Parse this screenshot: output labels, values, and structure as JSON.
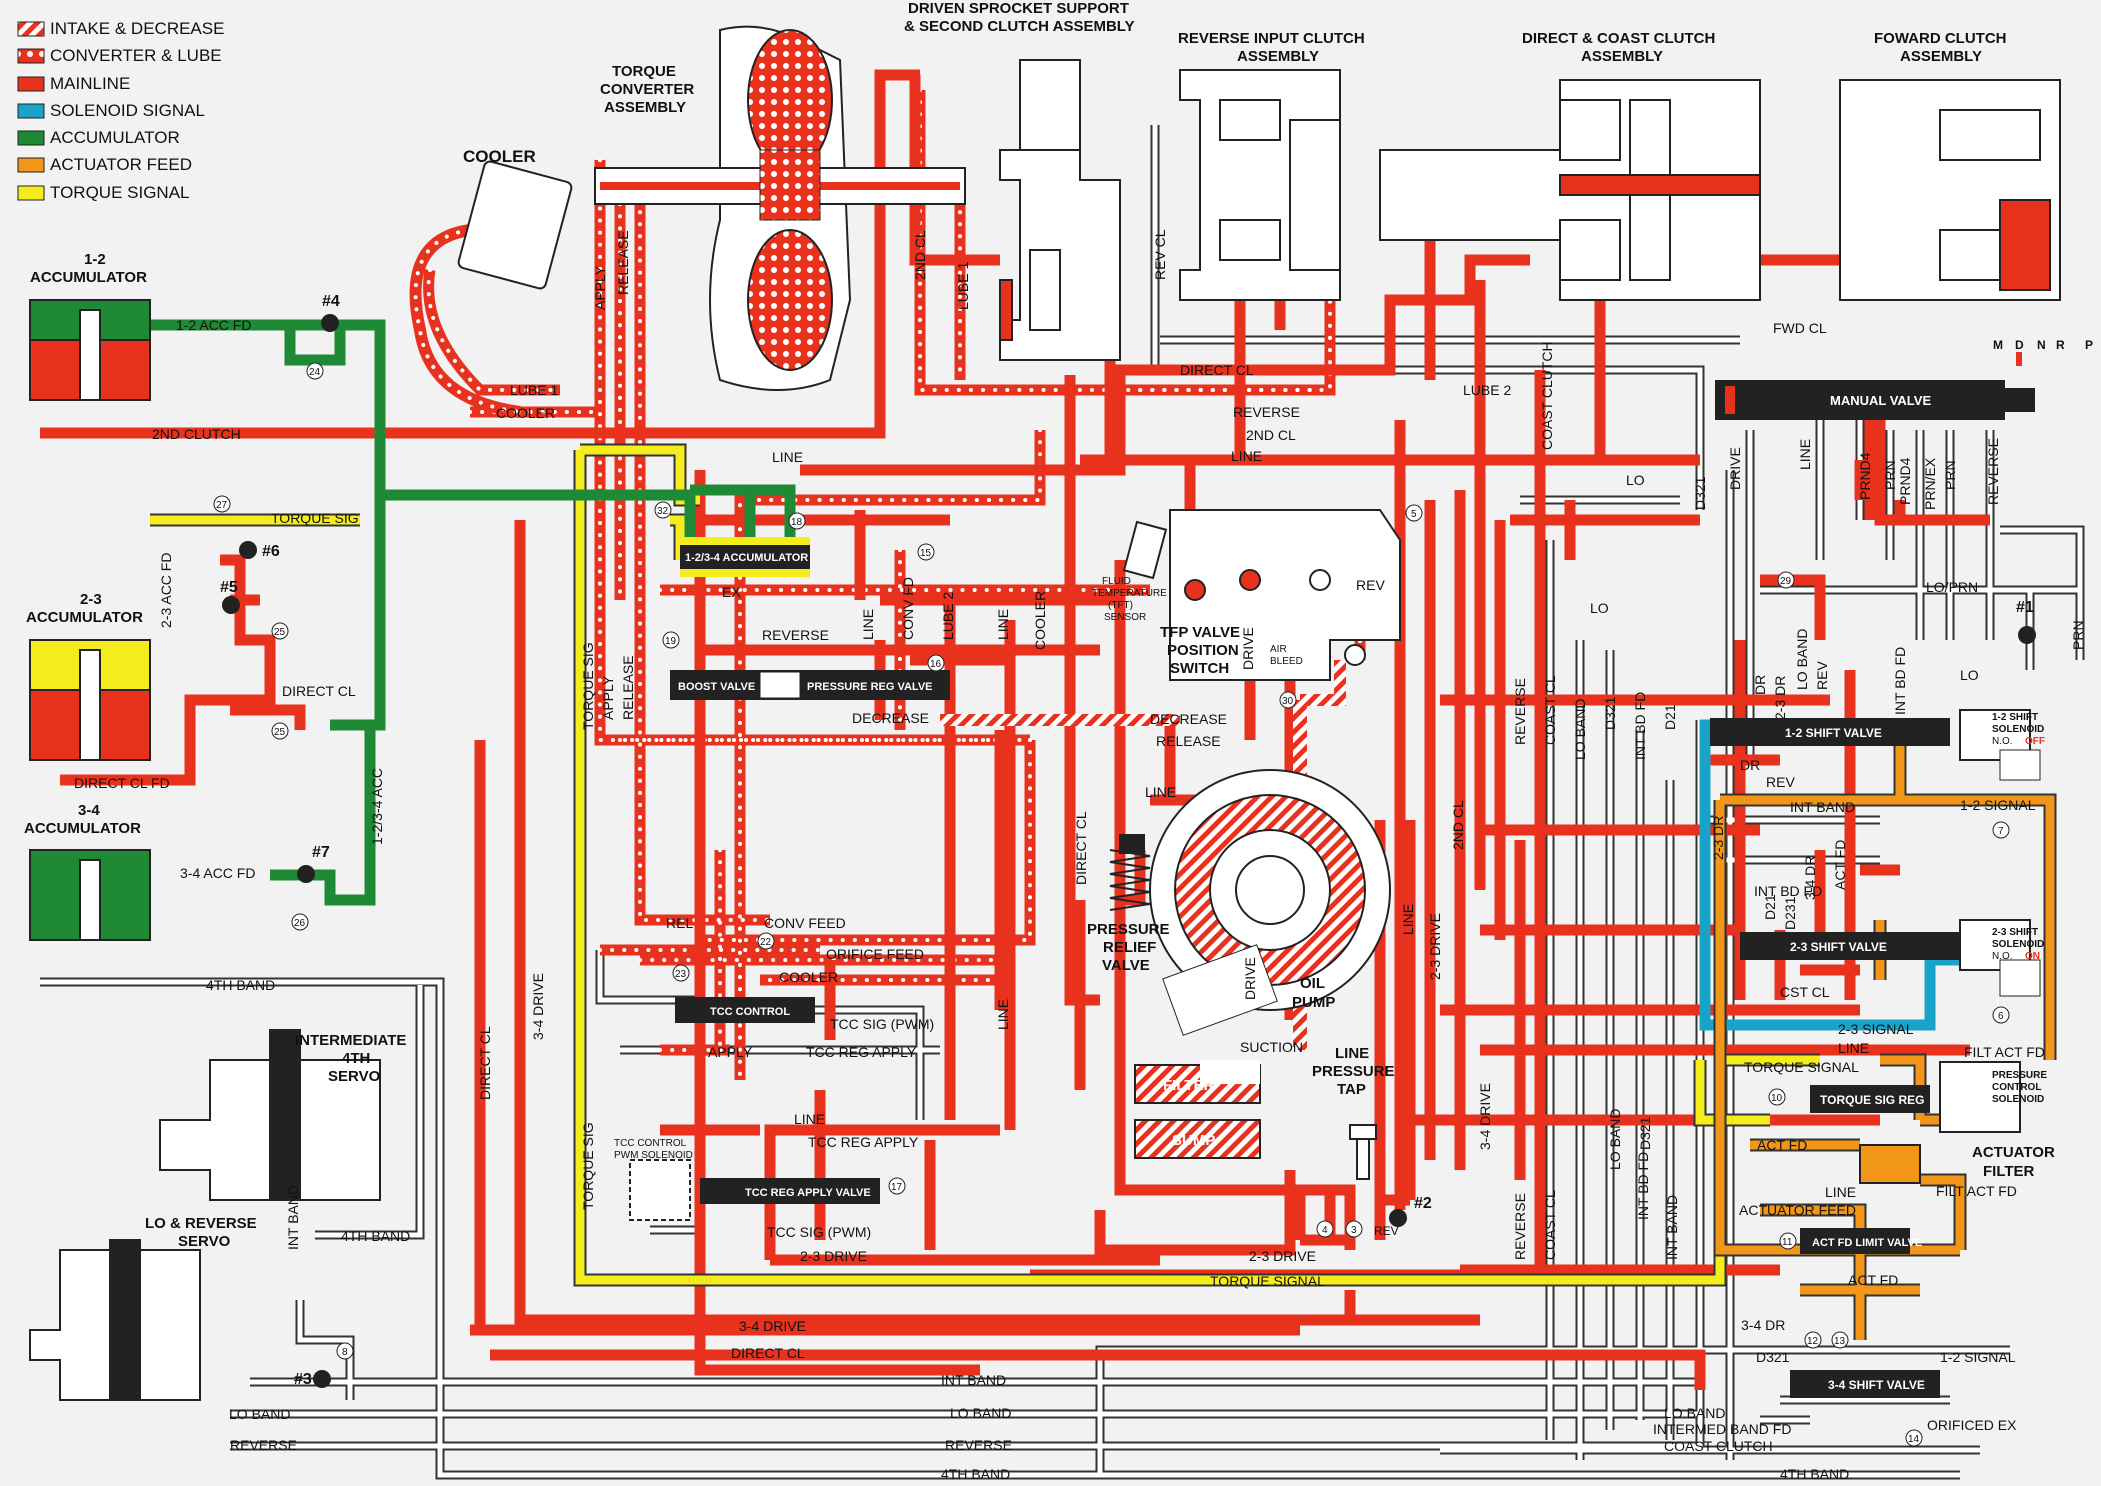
{
  "colors": {
    "intake_decrease": "#e8321e",
    "converter_lube": "#e8321e",
    "mainline": "#e8321e",
    "solenoid_signal": "#1aa3c8",
    "accumulator": "#1f8a36",
    "actuator_feed": "#f2961a",
    "torque_signal": "#f5ec1e",
    "exhaust": "#ffffff"
  },
  "legend": [
    {
      "label": "INTAKE & DECREASE",
      "pattern": "hatch",
      "color": "#e8321e"
    },
    {
      "label": "CONVERTER & LUBE",
      "pattern": "dots",
      "color": "#e8321e"
    },
    {
      "label": "MAINLINE",
      "pattern": "solid",
      "color": "#e8321e"
    },
    {
      "label": "SOLENOID SIGNAL",
      "pattern": "solid",
      "color": "#1aa3c8"
    },
    {
      "label": "ACCUMULATOR",
      "pattern": "solid",
      "color": "#1f8a36"
    },
    {
      "label": "ACTUATOR FEED",
      "pattern": "solid",
      "color": "#f2961a"
    },
    {
      "label": "TORQUE SIGNAL",
      "pattern": "solid",
      "color": "#f5ec1e"
    }
  ],
  "titles": {
    "torque_converter": [
      "TORQUE",
      "CONVERTER",
      "ASSEMBLY"
    ],
    "driven_sprocket": [
      "DRIVEN SPROCKET SUPPORT",
      "& SECOND CLUTCH ASSEMBLY"
    ],
    "reverse_input": [
      "REVERSE INPUT CLUTCH",
      "ASSEMBLY"
    ],
    "direct_coast": [
      "DIRECT & COAST CLUTCH",
      "ASSEMBLY"
    ],
    "forward_clutch": [
      "FOWARD CLUTCH",
      "ASSEMBLY"
    ],
    "cooler": "COOLER",
    "acc_12": [
      "1-2",
      "ACCUMULATOR"
    ],
    "acc_23": [
      "2-3",
      "ACCUMULATOR"
    ],
    "acc_34": [
      "3-4",
      "ACCUMULATOR"
    ],
    "int_servo": [
      "INTERMEDIATE",
      "4TH",
      "SERVO"
    ],
    "lo_rev_servo": [
      "LO & REVERSE",
      "SERVO"
    ],
    "tfp": [
      "TFP VALVE",
      "POSITION",
      "SWITCH"
    ],
    "tft": [
      "FLUID",
      "TEMPERATURE",
      "(TFT)",
      "SENSOR"
    ],
    "relief": [
      "PRESSURE",
      "RELIEF",
      "VALVE"
    ],
    "pump": [
      "OIL",
      "PUMP"
    ],
    "line_tap": [
      "LINE",
      "PRESSURE",
      "TAP"
    ],
    "actuator_filter": [
      "ACTUATOR",
      "FILTER"
    ],
    "sol_12": [
      "1-2 SHIFT",
      "SOLENOID",
      "N.O."
    ],
    "sol_23": [
      "2-3 SHIFT",
      "SOLENOID",
      "N.O."
    ],
    "pcs": [
      "PRESSURE",
      "CONTROL",
      "SOLENOID"
    ],
    "tcc_pwm": [
      "TCC CONTROL",
      "PWM SOLENOID"
    ],
    "air_bleed": [
      "AIR",
      "BLEED"
    ],
    "off": "OFF",
    "on": "ON",
    "filter": "FILTER",
    "sump": "SUMP",
    "suction": "SUCTION"
  },
  "gear_selector": [
    "M",
    "D",
    "N",
    "R",
    "P"
  ],
  "valves": {
    "manual": "MANUAL VALVE",
    "accum_1234": "1-2/3-4 ACCUMULATOR",
    "boost": "BOOST VALVE",
    "pressure_reg": "PRESSURE REG VALVE",
    "tcc_control": "TCC CONTROL",
    "tcc_reg_apply": "TCC REG APPLY VALVE",
    "shift_12": "1-2 SHIFT VALVE",
    "shift_23": "2-3 SHIFT VALVE",
    "shift_34": "3-4 SHIFT VALVE",
    "torque_sig_reg": "TORQUE SIG REG",
    "act_fd_limit": "ACT FD LIMIT VALVE"
  },
  "checkballs": [
    "#1",
    "#2",
    "#3",
    "#4",
    "#5",
    "#6",
    "#7"
  ],
  "circle_numbers": [
    "3",
    "4",
    "5",
    "6",
    "7",
    "8",
    "10",
    "11",
    "12",
    "13",
    "14",
    "15",
    "16",
    "17",
    "18",
    "19",
    "22",
    "23",
    "24",
    "25",
    "26",
    "27",
    "29",
    "30",
    "32"
  ],
  "passages": {
    "acc12_fd": "1-2 ACC FD",
    "second_clutch": "2ND CLUTCH",
    "torque_sig": "TORQUE SIG",
    "acc23_fd": "2-3 ACC FD",
    "direct_cl": "DIRECT CL",
    "direct_cl_fd": "DIRECT CL FD",
    "acc1234": "1-2/3-4 ACC",
    "acc34_fd": "3-4 ACC FD",
    "fourth_band": "4TH BAND",
    "int_band": "INT BAND",
    "lo_band": "LO BAND",
    "reverse": "REVERSE",
    "lube1": "LUBE 1",
    "lube2": "LUBE 2",
    "cooler": "COOLER",
    "line": "LINE",
    "apply": "APPLY",
    "release": "RELEASE",
    "second_cl": "2ND CL",
    "rev_cl": "REV CL",
    "fwd_cl": "FWD CL",
    "coast_clutch": "COAST CLUTCH",
    "lo": "LO",
    "lo_prn": "LO/PRN",
    "prn": "PRN",
    "d321": "D321",
    "drive": "DRIVE",
    "prnd4": "PRND4",
    "prn_ex": "PRN/EX",
    "ex": "EX",
    "rev": "REV",
    "conv_fd": "CONV FD",
    "lube_2": "LUBE 2",
    "decrease": "DECREASE",
    "rel": "REL",
    "conv_feed": "CONV FEED",
    "orifice_feed": "ORIFICE FEED",
    "orificed_ex": "ORIFICED EX",
    "tcc_sig_pwm": "TCC SIG (PWM)",
    "tcc_reg_apply": "TCC REG APPLY",
    "drive_23": "2-3 DRIVE",
    "drive_34": "3-4 DRIVE",
    "torque_signal": "TORQUE SIGNAL",
    "dr_23": "2-3 DR",
    "dr_34": "3-4 DR",
    "dr": "DR",
    "lo_band_s": "LO BAND",
    "int_bd_fd": "INT BD FD",
    "d21": "D21",
    "d231": "D231",
    "signal_12": "1-2 SIGNAL",
    "signal_23": "2-3 SIGNAL",
    "act_fd": "ACT FD",
    "filt_act_fd": "FILT ACT FD",
    "actuator_feed": "ACTUATOR FEED",
    "cst_cl": "CST CL",
    "coast_cl": "COAST CL",
    "intermed_band_fd": "INTERMED BAND FD",
    "orificed_ex2": "ORIFICED EX",
    "direct_cl_v": "DIRECT CL",
    "torque_sig_v": "TORQUE SIG",
    "second_cl_v": "2ND CL",
    "lube_1": "LUBE 1",
    "int_bd": "INT BD"
  }
}
